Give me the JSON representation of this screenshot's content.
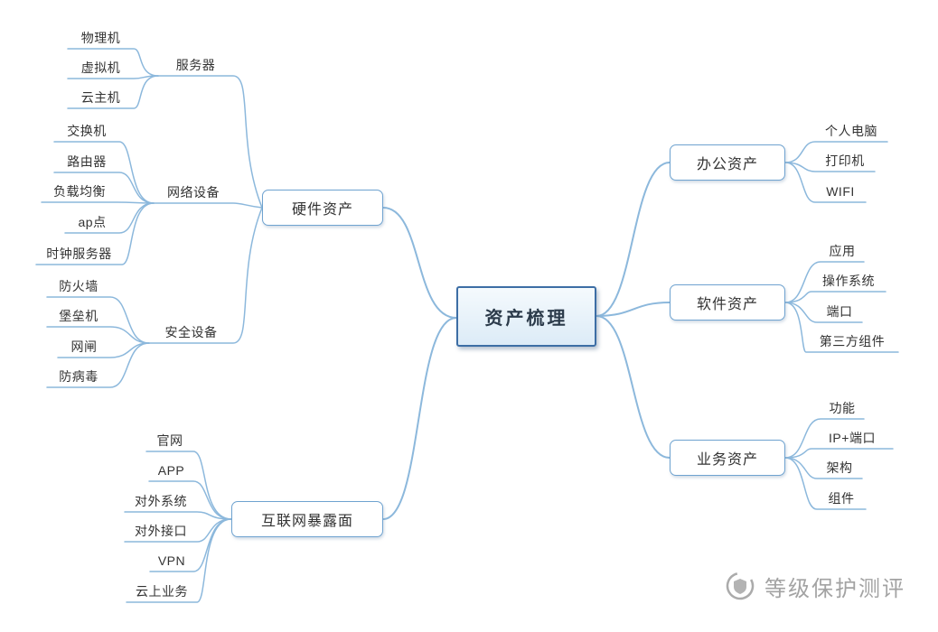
{
  "root": {
    "label": "资产梳理"
  },
  "left_branches": [
    {
      "label": "硬件资产",
      "groups": [
        {
          "label": "服务器",
          "children": [
            "物理机",
            "虚拟机",
            "云主机"
          ]
        },
        {
          "label": "网络设备",
          "children": [
            "交换机",
            "路由器",
            "负载均衡",
            "ap点",
            "时钟服务器"
          ]
        },
        {
          "label": "安全设备",
          "children": [
            "防火墙",
            "堡垒机",
            "网闸",
            "防病毒"
          ]
        }
      ]
    },
    {
      "label": "互联网暴露面",
      "children": [
        "官网",
        "APP",
        "对外系统",
        "对外接口",
        "VPN",
        "云上业务"
      ]
    }
  ],
  "right_branches": [
    {
      "label": "办公资产",
      "children": [
        "个人电脑",
        "打印机",
        "WIFI"
      ]
    },
    {
      "label": "软件资产",
      "children": [
        "应用",
        "操作系统",
        "端口",
        "第三方组件"
      ]
    },
    {
      "label": "业务资产",
      "children": [
        "功能",
        "IP+端口",
        "架构",
        "组件"
      ]
    }
  ],
  "watermark": {
    "text": "等级保护测评"
  },
  "colors": {
    "edge": "#8cb8dc",
    "root_border": "#3d6ea5",
    "branch_border": "#6fa3d0",
    "text": "#333333",
    "watermark": "#a3a3a3"
  }
}
